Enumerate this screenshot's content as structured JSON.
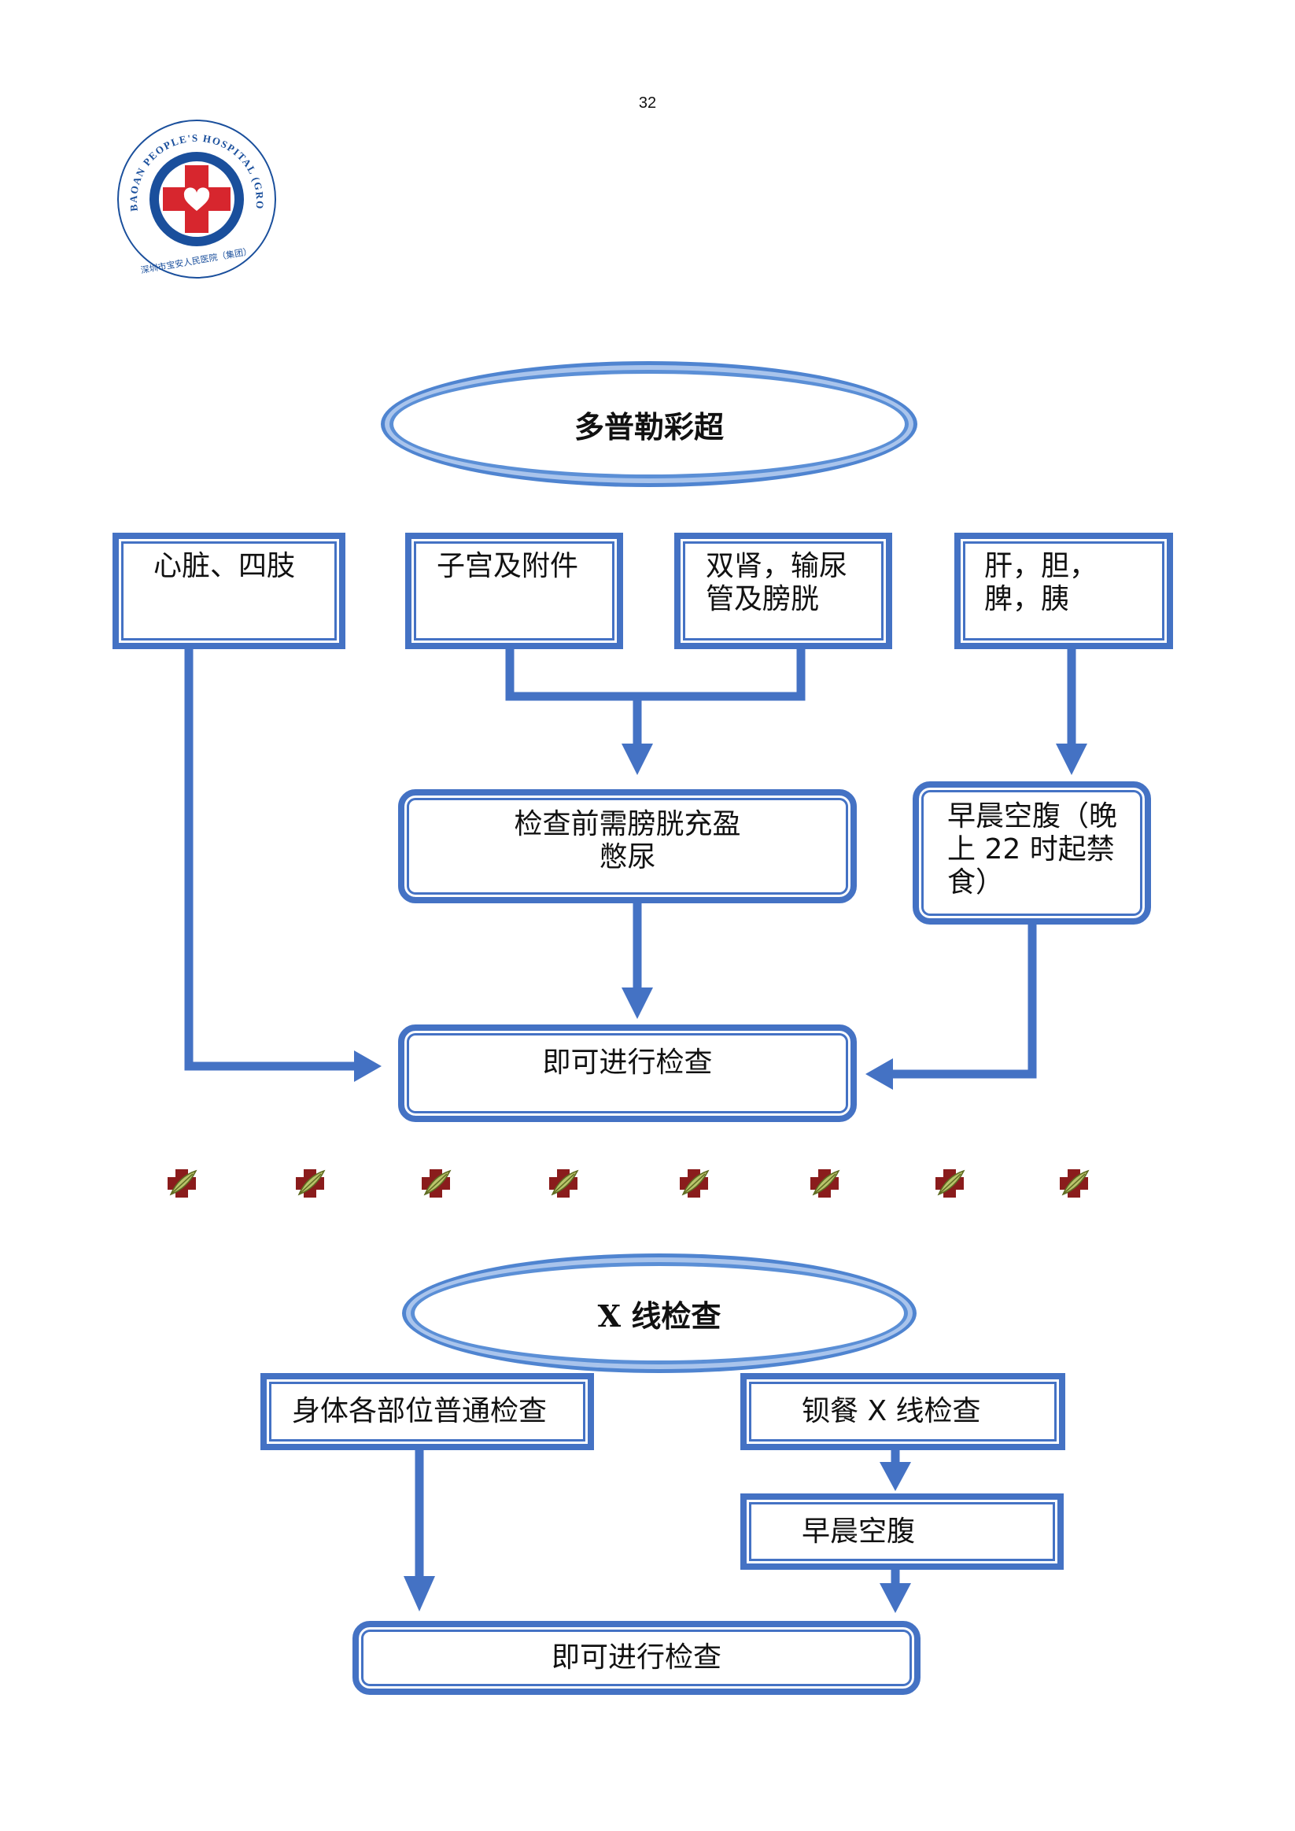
{
  "page_number": "32",
  "logo": {
    "arc_text": "BAOAN PEOPLE'S HOSPITAL (GROUP)",
    "chinese_text": "深圳市宝安人民医院（集团）",
    "colors": {
      "ring": "#1a4f9c",
      "cross": "#d7262e"
    }
  },
  "section1": {
    "title": "多普勒彩超",
    "boxes": {
      "heart": "心脏、四肢",
      "uterus": "子宫及附件",
      "kidney": "双肾，输尿\n管及膀胱",
      "liver": "肝，胆，\n脾，胰",
      "bladder_prep": "检查前需膀胱充盈\n憋尿",
      "fasting_prep": "早晨空腹（晚\n上 22 时起禁\n食）",
      "ready": "即可进行检查"
    }
  },
  "section2": {
    "title": "X 线检查",
    "boxes": {
      "general": "身体各部位普通检查",
      "barium": "钡餐 X 线检查",
      "fasting": "早晨空腹",
      "ready": "即可进行检查"
    }
  },
  "colors": {
    "box_border": "#4472c4",
    "ellipse_border": "#4f84d0",
    "arrow": "#4472c4"
  }
}
